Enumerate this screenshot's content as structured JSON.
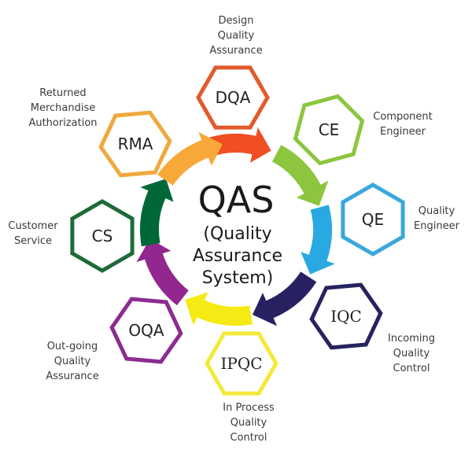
{
  "center": {
    "title": "QAS",
    "subtitle_lines": [
      "(Quality",
      "Assurance",
      "System)"
    ]
  },
  "nodes": [
    {
      "abbr": "DQA",
      "lines": [
        "Design",
        "Quality",
        "Assurance"
      ],
      "color": "#e35a2b"
    },
    {
      "abbr": "CE",
      "lines": [
        "Component",
        "Engineer"
      ],
      "color": "#8cc63f"
    },
    {
      "abbr": "QE",
      "lines": [
        "Quality",
        "Engineer"
      ],
      "color": "#3aa7dc"
    },
    {
      "abbr": "IQC",
      "lines": [
        "Incoming",
        "Quality",
        "Control"
      ],
      "color": "#27235f"
    },
    {
      "abbr": "IPQC",
      "lines": [
        "In Process",
        "Quality",
        "Control"
      ],
      "color": "#f2e93a"
    },
    {
      "abbr": "OQA",
      "lines": [
        "Out-going",
        "Quality",
        "Assurance"
      ],
      "color": "#8b2c8f"
    },
    {
      "abbr": "CS",
      "lines": [
        "Customer",
        "Service"
      ],
      "color": "#1e6b3a"
    },
    {
      "abbr": "RMA",
      "lines": [
        "Returned",
        "Merchandise",
        "Authorization"
      ],
      "color": "#f0a93c"
    }
  ],
  "arrows": [
    {
      "name": "dqa-to-ce",
      "color": "#f04e23"
    },
    {
      "name": "ce-to-qe",
      "color": "#8cc63f"
    },
    {
      "name": "qe-to-iqc",
      "color": "#29a9e1"
    },
    {
      "name": "iqc-to-ipqc",
      "color": "#262262"
    },
    {
      "name": "ipqc-to-oqa",
      "color": "#f5ea14"
    },
    {
      "name": "oqa-to-cs",
      "color": "#92278f"
    },
    {
      "name": "cs-to-rma",
      "color": "#006838"
    },
    {
      "name": "rma-to-dqa",
      "color": "#f7a839"
    }
  ]
}
